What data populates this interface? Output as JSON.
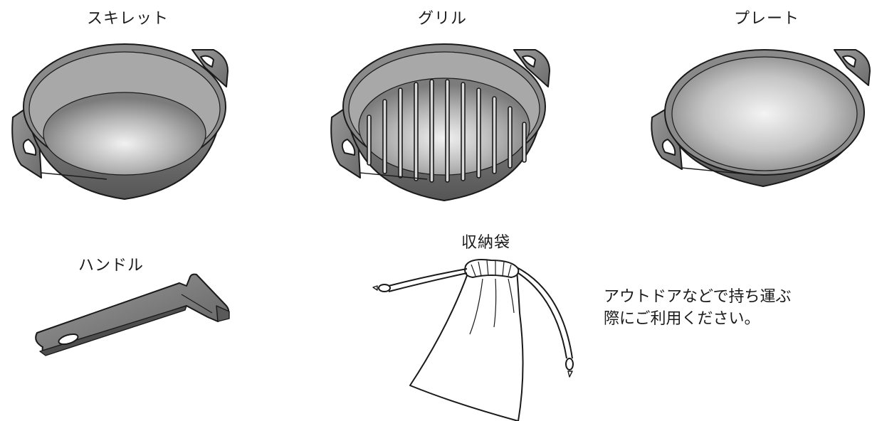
{
  "items": {
    "skillet": {
      "label": "スキレット",
      "icon": "skillet-pan-icon"
    },
    "grill": {
      "label": "グリル",
      "icon": "grill-pan-icon"
    },
    "plate": {
      "label": "プレート",
      "icon": "plate-pan-icon"
    },
    "handle": {
      "label": "ハンドル",
      "icon": "detachable-handle-icon"
    },
    "bag": {
      "label": "収納袋",
      "icon": "drawstring-bag-icon"
    }
  },
  "bag_note": "アウトドアなどで持ち運ぶ\n際にご利用ください。",
  "colors": {
    "metal_light": "#e4e4e4",
    "metal_dark": "#6a6a6a",
    "outline": "#1a1a1a"
  }
}
